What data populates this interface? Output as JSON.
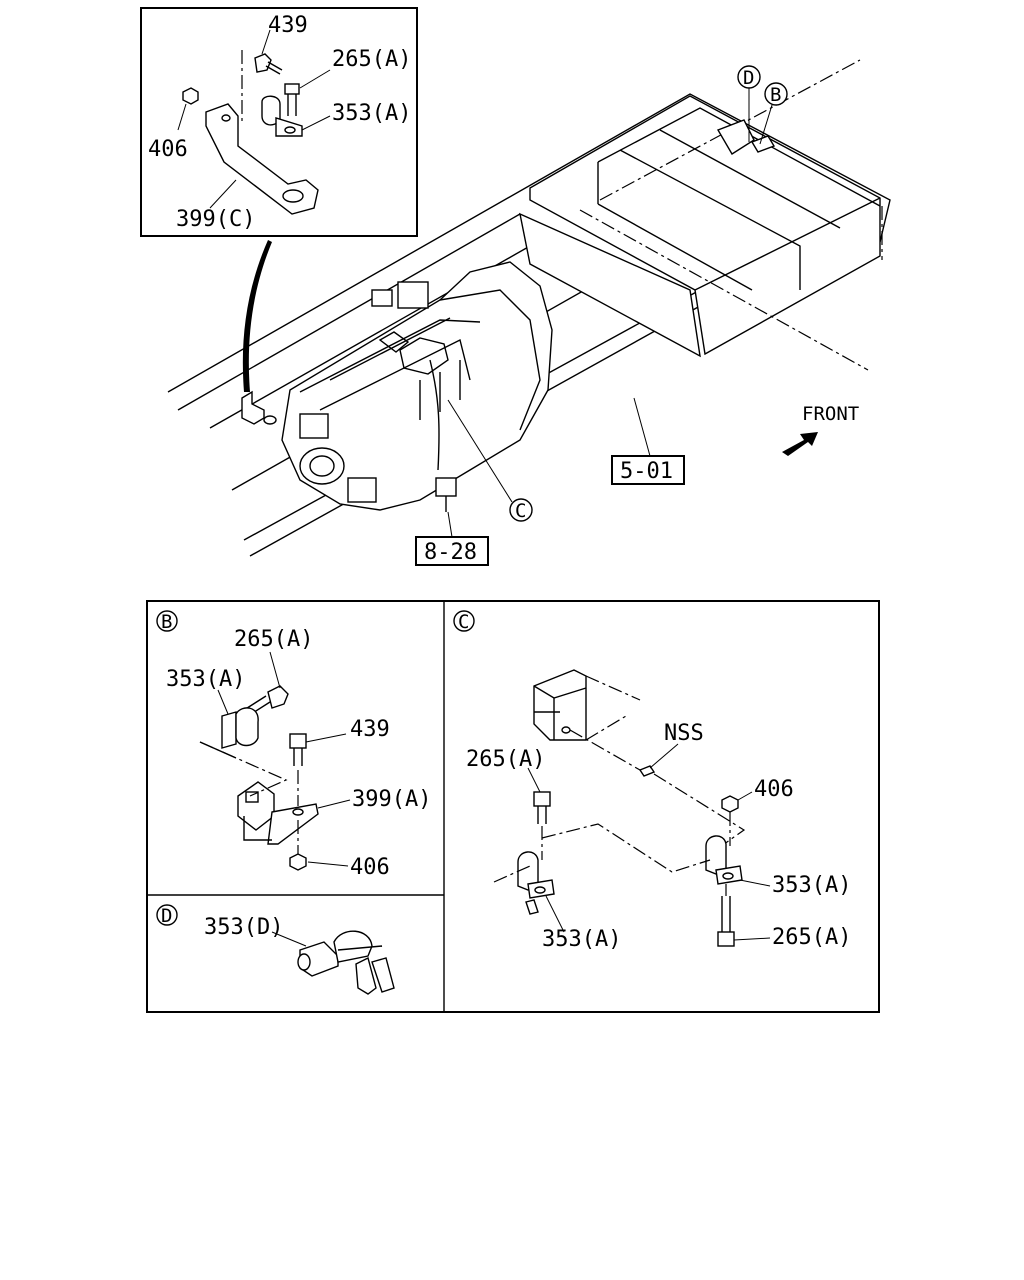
{
  "diagram": {
    "direction_label": "FRONT",
    "reference_boxes": {
      "ref_5_01": "5-01",
      "ref_8_28": "8-28"
    },
    "callouts": {
      "d": "D",
      "b": "B",
      "c": "C"
    },
    "inset_top": {
      "p439": "439",
      "p265a": "265(A)",
      "p353a": "353(A)",
      "p406": "406",
      "p399c": "399(C)"
    },
    "detail_b": {
      "marker": "B",
      "p265a": "265(A)",
      "p353a": "353(A)",
      "p439": "439",
      "p399a": "399(A)",
      "p406": "406"
    },
    "detail_d": {
      "marker": "D",
      "p353d": "353(D)"
    },
    "detail_c": {
      "marker": "C",
      "nss": "NSS",
      "p265a_top": "265(A)",
      "p406": "406",
      "p353a_right": "353(A)",
      "p353a_left": "353(A)",
      "p265a_bottom": "265(A)"
    }
  }
}
